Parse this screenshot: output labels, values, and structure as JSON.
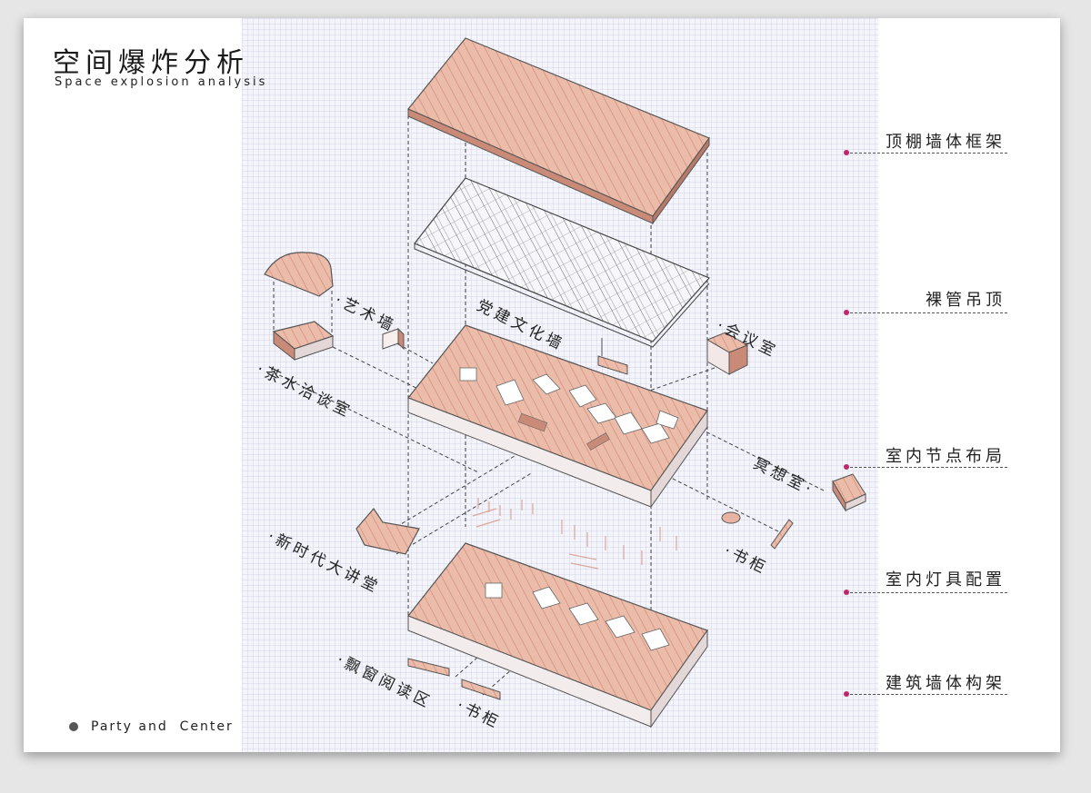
{
  "header": {
    "title_zh": "空间爆炸分析",
    "title_en": "Space explosion analysis"
  },
  "footer": {
    "text": "Party and  Center"
  },
  "layers": [
    {
      "label": "顶棚墙体框架"
    },
    {
      "label": "裸管吊顶"
    },
    {
      "label": "室内节点布局"
    },
    {
      "label": "室内灯具配置"
    },
    {
      "label": "建筑墙体构架"
    }
  ],
  "zones": {
    "art_wall": "·艺术墙",
    "party_wall": "党建文化墙",
    "meeting_room": "·会议室",
    "tea_room": "·茶水洽谈室",
    "meditation_room": "冥想室·",
    "bookcase_upper": "·书柜",
    "lecture_hall": "·新时代大讲堂",
    "bay_window_reading": "·飘窗阅读区",
    "bookcase_lower": "·书柜"
  },
  "colors": {
    "accent_dot": "#c0266a",
    "floor_fill": "#e8b3a0",
    "floor_stripe": "#d48e7a",
    "outline": "#555555"
  }
}
